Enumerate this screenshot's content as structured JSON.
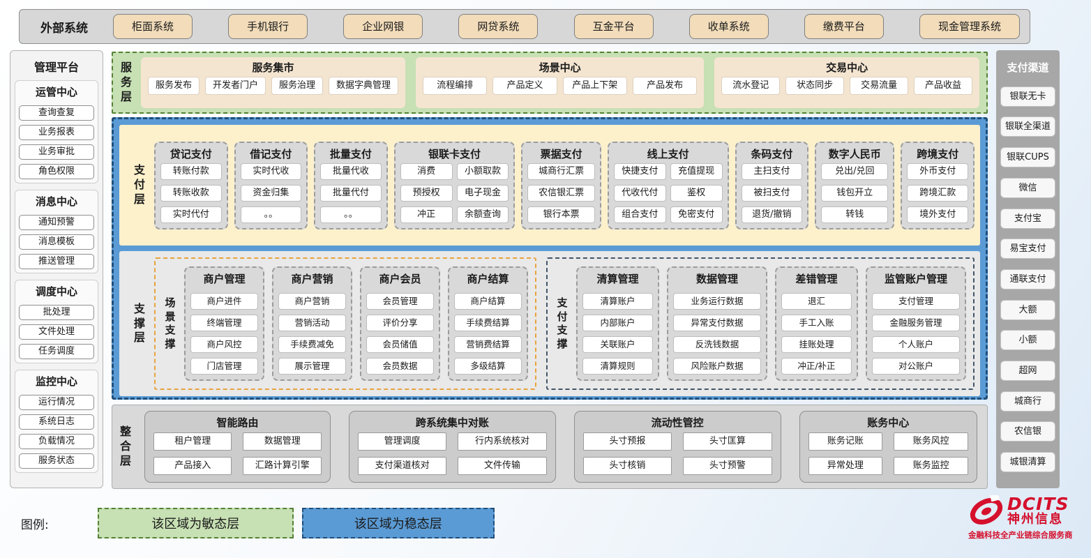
{
  "external_systems": {
    "title": "外部系统",
    "items": [
      "柜面系统",
      "手机银行",
      "企业网银",
      "网贷系统",
      "互金平台",
      "收单系统",
      "缴费平台",
      "现金管理系统"
    ]
  },
  "management_platform": {
    "title": "管理平台",
    "groups": [
      {
        "title": "运管中心",
        "items": [
          "查询查复",
          "业务报表",
          "业务审批",
          "角色权限"
        ]
      },
      {
        "title": "消息中心",
        "items": [
          "通知预警",
          "消息模板",
          "推送管理"
        ]
      },
      {
        "title": "调度中心",
        "items": [
          "批处理",
          "文件处理",
          "任务调度"
        ]
      },
      {
        "title": "监控中心",
        "items": [
          "运行情况",
          "系统日志",
          "负载情况",
          "服务状态"
        ]
      }
    ]
  },
  "service_layer": {
    "label": "服务层",
    "sections": [
      {
        "title": "服务集市",
        "items": [
          "服务发布",
          "开发者门户",
          "服务治理",
          "数据字典管理"
        ]
      },
      {
        "title": "场景中心",
        "items": [
          "流程编排",
          "产品定义",
          "产品上下架",
          "产品发布"
        ]
      },
      {
        "title": "交易中心",
        "items": [
          "流水登记",
          "状态同步",
          "交易流量",
          "产品收益"
        ]
      }
    ]
  },
  "payment_layer": {
    "label": "支付层",
    "groups": [
      {
        "title": "贷记支付",
        "items": [
          "转账付款",
          "转账收款",
          "实时代付"
        ]
      },
      {
        "title": "借记支付",
        "items": [
          "实时代收",
          "资金归集",
          "。。"
        ]
      },
      {
        "title": "批量支付",
        "items": [
          "批量代收",
          "批量代付",
          "。。"
        ]
      },
      {
        "title": "银联卡支付",
        "items": [
          "消费",
          "小额取款",
          "预授权",
          "电子现金",
          "冲正",
          "余额查询"
        ]
      },
      {
        "title": "票据支付",
        "items": [
          "城商行汇票",
          "农信银汇票",
          "银行本票"
        ]
      },
      {
        "title": "线上支付",
        "items": [
          "快捷支付",
          "充值提现",
          "代收代付",
          "鉴权",
          "组合支付",
          "免密支付"
        ]
      },
      {
        "title": "条码支付",
        "items": [
          "主扫支付",
          "被扫支付",
          "退货/撤销"
        ]
      },
      {
        "title": "数字人民币",
        "items": [
          "兑出/兑回",
          "钱包开立",
          "转钱"
        ]
      },
      {
        "title": "跨境支付",
        "items": [
          "外币支付",
          "跨境汇款",
          "境外支付"
        ]
      }
    ]
  },
  "support_layer": {
    "label": "支撑层",
    "scene_support": {
      "label": "场景支撑",
      "groups": [
        {
          "title": "商户管理",
          "items": [
            "商户进件",
            "终端管理",
            "商户风控",
            "门店管理"
          ]
        },
        {
          "title": "商户营销",
          "items": [
            "商户营销",
            "营销活动",
            "手续费减免",
            "展示管理"
          ]
        },
        {
          "title": "商户会员",
          "items": [
            "会员管理",
            "评价分享",
            "会员储值",
            "会员数据"
          ]
        },
        {
          "title": "商户结算",
          "items": [
            "商户结算",
            "手续费结算",
            "营销费结算",
            "多级结算"
          ]
        }
      ]
    },
    "payment_support": {
      "label": "支付支撑",
      "groups": [
        {
          "title": "清算管理",
          "items": [
            "清算账户",
            "内部账户",
            "关联账户",
            "清算规则"
          ]
        },
        {
          "title": "数据管理",
          "items": [
            "业务运行数据",
            "异常支付数据",
            "反洗钱数据",
            "风险账户数据"
          ]
        },
        {
          "title": "差错管理",
          "items": [
            "退汇",
            "手工入账",
            "挂账处理",
            "冲正/补正"
          ]
        },
        {
          "title": "监管账户管理",
          "items": [
            "支付管理",
            "金融服务管理",
            "个人账户",
            "对公账户"
          ]
        }
      ]
    }
  },
  "integration_layer": {
    "label": "整合层",
    "sections": [
      {
        "title": "智能路由",
        "items": [
          "租户管理",
          "数据管理",
          "产品接入",
          "汇路计算引擎"
        ]
      },
      {
        "title": "跨系统集中对账",
        "items": [
          "管理调度",
          "行内系统核对",
          "支付渠道核对",
          "文件传输"
        ]
      },
      {
        "title": "流动性管控",
        "items": [
          "头寸预报",
          "头寸匡算",
          "头寸核销",
          "头寸预警"
        ]
      },
      {
        "title": "账务中心",
        "items": [
          "账务记账",
          "账务风控",
          "异常处理",
          "账务监控"
        ]
      }
    ]
  },
  "payment_channels": {
    "title": "支付渠道",
    "items": [
      "银联无卡",
      "银联全渠道",
      "银联CUPS",
      "微信",
      "支付宝",
      "易宝支付",
      "通联支付",
      "大额",
      "小额",
      "超网",
      "城商行",
      "农信银",
      "城银清算"
    ]
  },
  "legend": {
    "label": "图例:",
    "agile": "该区域为敏态层",
    "stable": "该区域为稳态层"
  },
  "logo": {
    "brand": "DCITS",
    "name": "神州信息",
    "tagline": "金融科技全产业链综合服务商"
  },
  "colors": {
    "agile_green": "#c7e0b4",
    "agile_border": "#538135",
    "stable_blue": "#5b9bd5",
    "stable_border": "#1f4e79",
    "payment_cream": "#fdf1cc",
    "group_gray": "#d9d9d9",
    "scene_support_border": "#e8a33d",
    "payment_support_border": "#44546a",
    "external_button_tan": "#f2dcba",
    "channels_gray": "#a7a7a7",
    "brand_red": "#d50f2c"
  }
}
